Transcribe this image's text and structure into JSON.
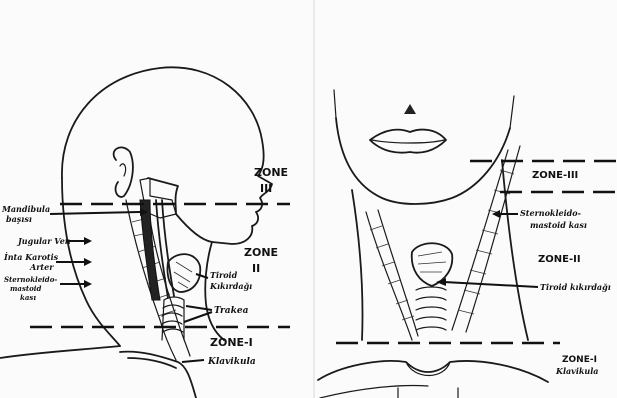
{
  "left_panel": {
    "labels": {
      "mandibula": "Mandibula",
      "mandibula_2": "başısı",
      "juguler": "Jugular Ven",
      "karotis_1": "İnta Karotis",
      "karotis_2": "Arter",
      "sterno_1": "Sternokleido-",
      "sterno_2": "mastoid",
      "sterno_3": "kası",
      "tiroid_1": "Tiroid",
      "tiroid_2": "Kıkırdağı",
      "trakea": "Trakea",
      "klavikula": "Klavikula"
    },
    "zones": {
      "zone3": "ZONE",
      "zone3_num": "III",
      "zone2": "ZONE",
      "zone2_num": "II",
      "zone1": "ZONE-I"
    }
  },
  "right_panel": {
    "labels": {
      "sterno_1": "Sternokleido-",
      "sterno_2": "mastoid kası",
      "tiroid": "Tiroid kıkırdağı",
      "klavikula": "Klavikula"
    },
    "zones": {
      "zone3": "ZONE-III",
      "zone2": "ZONE-II",
      "zone1": "ZONE-I"
    }
  }
}
